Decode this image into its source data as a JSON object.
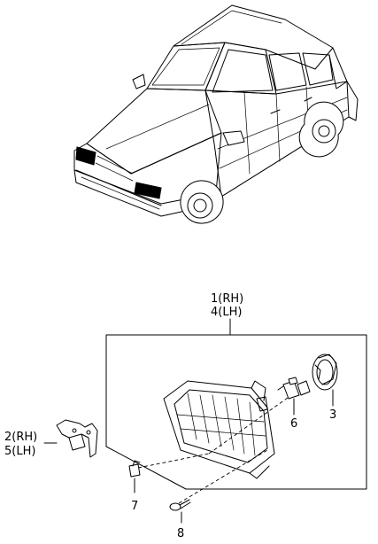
{
  "labels": {
    "l1": "1(RH)",
    "l4": "4(LH)",
    "l2": "2(RH)",
    "l5": "5(LH)",
    "l3": "3",
    "l6": "6",
    "l7": "7",
    "l8": "8"
  },
  "colors": {
    "line": "#000000",
    "background": "#ffffff"
  }
}
